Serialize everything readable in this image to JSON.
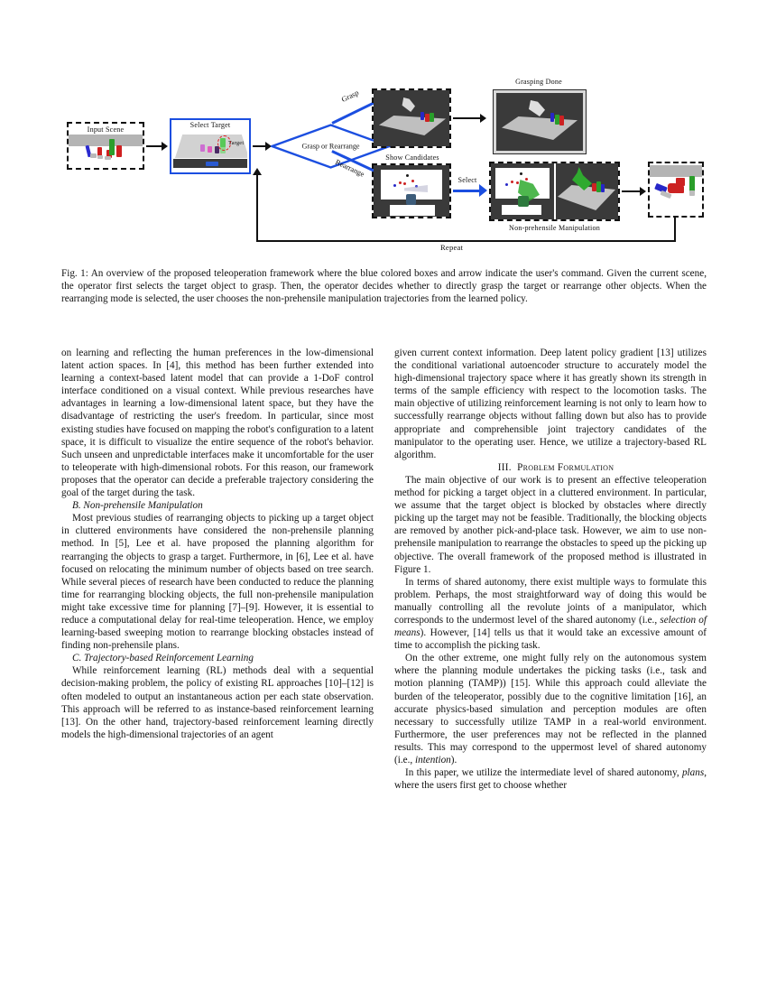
{
  "figure": {
    "name": "teleoperation-framework-overview",
    "blocks": [
      {
        "id": "input-scene",
        "label": "Input Scene",
        "style": "dashed"
      },
      {
        "id": "select-target",
        "label": "Select Target",
        "style": "blue"
      },
      {
        "id": "target-annotation",
        "label": "Target",
        "style": "annotation"
      },
      {
        "id": "decision",
        "label": "Grasp or Rearrange",
        "style": "diamond-blue"
      },
      {
        "id": "grasp-result",
        "label": "",
        "style": "dashed"
      },
      {
        "id": "grasping-done",
        "label": "Grasping Done",
        "style": "solid"
      },
      {
        "id": "show-candidates",
        "label": "Show Candidates",
        "style": "dashed"
      },
      {
        "id": "non-prehensile",
        "label": "Non-prehensile Manipulation",
        "style": "dashed"
      },
      {
        "id": "final-scene",
        "label": "",
        "style": "dashed"
      }
    ],
    "arrow_labels": {
      "grasp": "Grasp",
      "rearrange": "Rearrange",
      "select": "Select",
      "repeat": "Repeat"
    }
  },
  "caption": {
    "label": "Fig. 1:",
    "text": "An overview of the proposed teleoperation framework where the blue colored boxes and arrow indicate the user's command. Given the current scene, the operator first selects the target object to grasp. Then, the operator decides whether to directly grasp the target or rearrange other objects. When the rearranging mode is selected, the user chooses the non-prehensile manipulation trajectories from the learned policy."
  },
  "left_column": {
    "para_continued": "on learning and reflecting the human preferences in the low-dimensional latent action spaces. In [4], this method has been further extended into learning a context-based latent model that can provide a 1-DoF control interface conditioned on a visual context. While previous researches have advantages in learning a low-dimensional latent space, but they have the disadvantage of restricting the user's freedom. In particular, since most existing studies have focused on mapping the robot's configuration to a latent space, it is difficult to visualize the entire sequence of the robot's behavior. Such unseen and unpredictable interfaces make it uncomfortable for the user to teleoperate with high-dimensional robots. For this reason, our framework proposes that the operator can decide a preferable trajectory considering the goal of the target during the task.",
    "subhead_b": "B. Non-prehensile Manipulation",
    "para_b": "Most previous studies of rearranging objects to picking up a target object in cluttered environments have considered the non-prehensile planning method. In [5], Lee et al. have proposed the planning algorithm for rearranging the objects to grasp a target. Furthermore, in [6], Lee et al. have focused on relocating the minimum number of objects based on tree search. While several pieces of research have been conducted to reduce the planning time for rearranging blocking objects, the full non-prehensile manipulation might take excessive time for planning [7]–[9]. However, it is essential to reduce a computational delay for real-time teleoperation. Hence, we employ learning-based sweeping motion to rearrange blocking obstacles instead of finding non-prehensile plans.",
    "subhead_c": "C. Trajectory-based Reinforcement Learning",
    "para_c": "While reinforcement learning (RL) methods deal with a sequential decision-making problem, the policy of existing RL approaches [10]–[12] is often modeled to output an instantaneous action per each state observation. This approach will be referred to as instance-based reinforcement learning [13]. On the other hand, trajectory-based reinforcement learning directly models the high-dimensional trajectories of an agent"
  },
  "right_column": {
    "para_continued": "given current context information. Deep latent policy gradient [13] utilizes the conditional variational autoencoder structure to accurately model the high-dimensional trajectory space where it has greatly shown its strength in terms of the sample efficiency with respect to the locomotion tasks. The main objective of utilizing reinforcement learning is not only to learn how to successfully rearrange objects without falling down but also has to provide appropriate and comprehensible joint trajectory candidates of the manipulator to the operating user. Hence, we utilize a trajectory-based RL algorithm.",
    "section_number": "III.",
    "section_title": "Problem Formulation",
    "para_1": "The main objective of our work is to present an effective teleoperation method for picking a target object in a cluttered environment. In particular, we assume that the target object is blocked by obstacles where directly picking up the target may not be feasible. Traditionally, the blocking objects are removed by another pick-and-place task. However, we aim to use non-prehensile manipulation to rearrange the obstacles to speed up the picking up objective. The overall framework of the proposed method is illustrated in Figure 1.",
    "para_2_a": "In terms of shared autonomy, there exist multiple ways to formulate this problem. Perhaps, the most straightforward way of doing this would be manually controlling all the revolute joints of a manipulator, which corresponds to the undermost level of the shared autonomy (i.e., ",
    "para_2_em": "selection of means",
    "para_2_b": "). However, [14] tells us that it would take an excessive amount of time to accomplish the picking task.",
    "para_3_a": "On the other extreme, one might fully rely on the autonomous system where the planning module undertakes the picking tasks (i.e., task and motion planning (TAMP)) [15]. While this approach could alleviate the burden of the teleoperator, possibly due to the cognitive limitation [16], an accurate physics-based simulation and perception modules are often necessary to successfully utilize TAMP in a real-world environment. Furthermore, the user preferences may not be reflected in the planned results. This may correspond to the uppermost level of shared autonomy (i.e., ",
    "para_3_em": "intention",
    "para_3_b": ").",
    "para_4_a": "In this paper, we utilize the intermediate level of shared autonomy, ",
    "para_4_em": "plans",
    "para_4_b": ", where the users first get to choose whether"
  },
  "colors": {
    "user_command_blue": "#1b4ee0",
    "text_black": "#111111",
    "scene_dark": "#3a3a3a",
    "table_grey": "#c8c8c8"
  }
}
